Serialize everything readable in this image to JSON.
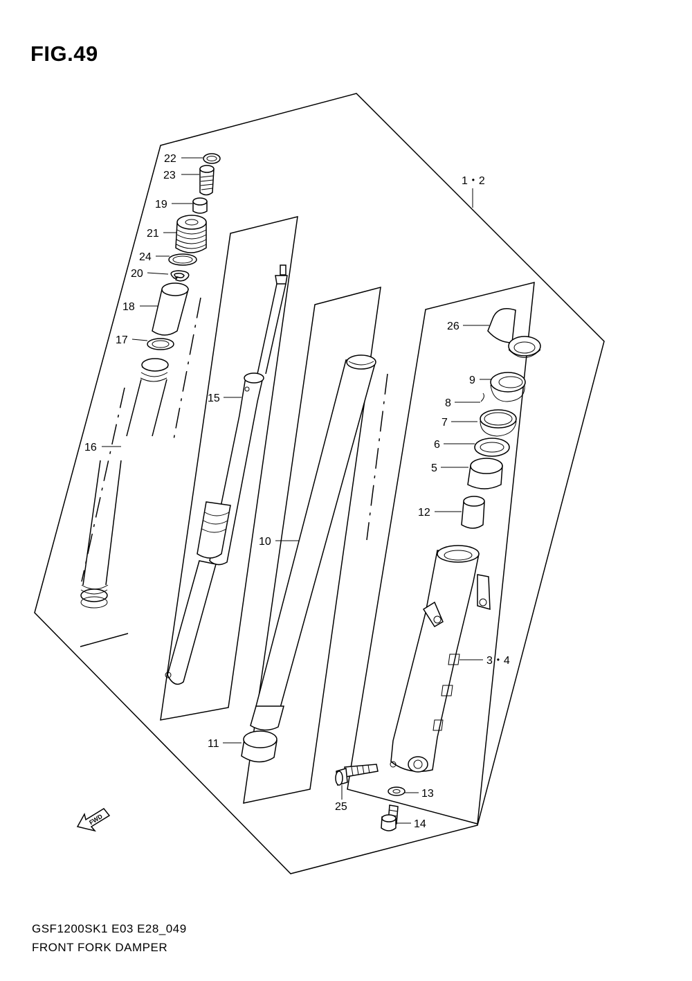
{
  "figure": {
    "title": "FIG.49"
  },
  "footer": {
    "code": "GSF1200SK1 E03 E28_049",
    "title": "FRONT FORK DAMPER"
  },
  "fwd_arrow": {
    "label": "FWD"
  },
  "callouts": {
    "c22": "22",
    "c23": "23",
    "c19": "19",
    "c21": "21",
    "c24": "24",
    "c20": "20",
    "c18": "18",
    "c17": "17",
    "c16": "16",
    "c15": "15",
    "c10": "10",
    "c11": "11",
    "c12": "12",
    "c5": "5",
    "c6": "6",
    "c7": "7",
    "c8": "8",
    "c9": "9",
    "c26": "26",
    "c1_2": "1・2",
    "c3_4": "3・4",
    "c13": "13",
    "c14": "14",
    "c25": "25"
  }
}
